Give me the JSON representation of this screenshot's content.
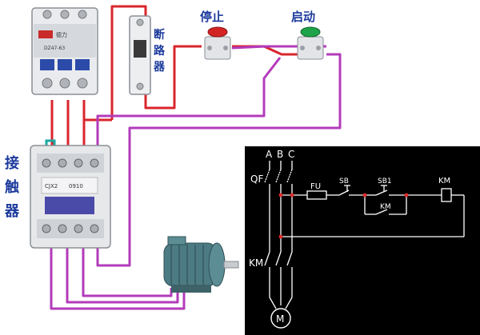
{
  "labels": {
    "stop_button": "停止",
    "start_button": "启动",
    "breaker": [
      "断",
      "路",
      "器"
    ],
    "contactor": [
      "接",
      "触",
      "器"
    ]
  },
  "breaker_face": {
    "brand": "德力",
    "model": "DZ47-63"
  },
  "contactor_face": {
    "model": "CJX2",
    "rating": "0910"
  },
  "schematic": {
    "phases": [
      "A",
      "B",
      "C"
    ],
    "qf": "QF",
    "km_main": "KM",
    "fu": "FU",
    "sb": "SB",
    "sb1": "SB1",
    "km_hold": "KM",
    "km_coil": "KM",
    "motor": "M"
  },
  "colors": {
    "wire_red": "#d8262c",
    "wire_purple": "#b33bbb",
    "wire_teal": "#1aa7a0",
    "stop_red": "#d32424",
    "start_green": "#1fa34a",
    "label_blue": "#1c3a9c",
    "schematic_bg": "#000000",
    "schematic_line": "#ffffff",
    "schematic_red": "#e02a2a"
  }
}
